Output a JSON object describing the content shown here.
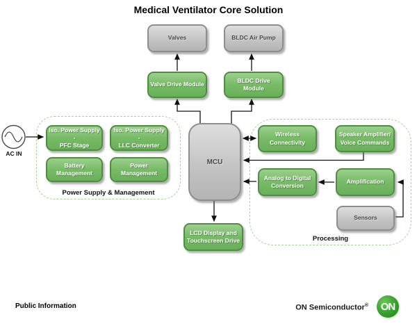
{
  "title": "Medical Ventilator Core Solution",
  "ac_in": {
    "label": "AC IN"
  },
  "boxes": {
    "valves": {
      "label": "Valves"
    },
    "air_pump": {
      "label": "BLDC Air Pump"
    },
    "valve_drive": {
      "label": "Valve Drive Module"
    },
    "bldc_drive": {
      "label": "BLDC Drive Module"
    },
    "mcu": {
      "label": "MCU"
    },
    "lcd": {
      "label": "LCD Display and\nTouchscreen Drive"
    }
  },
  "power_group": {
    "label": "Power Supply & Management",
    "boxes": {
      "pfc": {
        "label": "Iso. Power Supply -\nPFC Stage"
      },
      "llc": {
        "label": "Iso. Power Supply -\nLLC Converter"
      },
      "battery": {
        "label": "Battery\nManagement"
      },
      "power": {
        "label": "Power\nManagement"
      }
    }
  },
  "processing_group": {
    "label": "Processing",
    "boxes": {
      "wireless": {
        "label": "Wireless\nConnectivity"
      },
      "speaker": {
        "label": "Speaker Amplifier/\nVoice Commands"
      },
      "adc": {
        "label": "Analog to Digital\nConversion"
      },
      "amplification": {
        "label": "Amplification"
      },
      "sensors": {
        "label": "Sensors"
      }
    }
  },
  "footer": {
    "left": "Public Information",
    "brand": "ON Semiconductor",
    "registered": "®",
    "logo_text": "ON"
  },
  "colors": {
    "box_green": "#77BB66",
    "box_green_light": "#9BD08D",
    "box_green_border": "#4E8F3F",
    "box_gray": "#C2C2C2",
    "box_gray_light": "#DEDEDE",
    "box_gray_border": "#8E8E8E",
    "group_border": "#A8D29A",
    "logo_green": "#33A02C",
    "line": "#111111"
  }
}
